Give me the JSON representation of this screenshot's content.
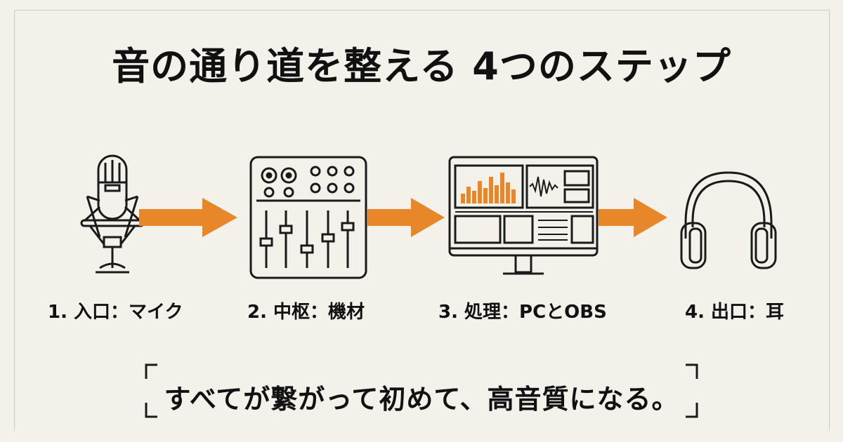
{
  "title": "音の通り道を整える 4つのステップ",
  "steps": [
    {
      "label": "1. 入口：マイク",
      "icon": "microphone-icon"
    },
    {
      "label": "2. 中枢：機材",
      "icon": "audio-mixer-icon"
    },
    {
      "label": "3. 処理：PCとOBS",
      "icon": "computer-monitor-icon"
    },
    {
      "label": "4. 出口：耳",
      "icon": "headphones-icon"
    }
  ],
  "conclusion": "すべてが繋がって初めて、高音質になる。",
  "colors": {
    "arrow": "#e8872a",
    "stroke": "#1a1a1a",
    "background": "#f3f1ea"
  }
}
